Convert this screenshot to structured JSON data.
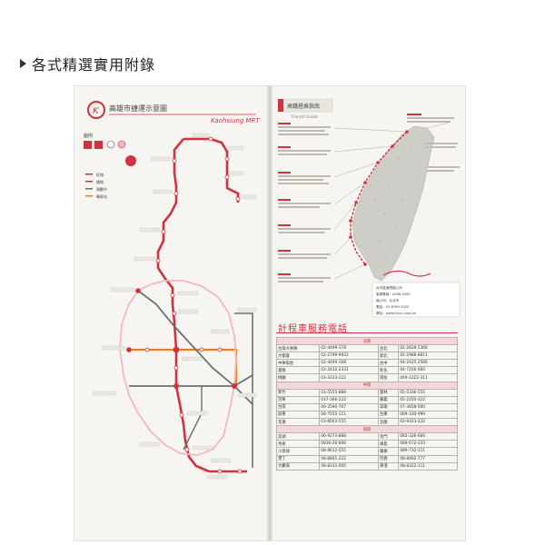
{
  "heading": {
    "marker": "triangle-right",
    "title": "各式精選實用附錄"
  },
  "mrt_map": {
    "title_zh": "高雄市捷運示意圖",
    "title_en": "Kaohsiung MRT",
    "legend_title": "圖例",
    "legend_items": [
      "紅線",
      "橘線",
      "規劃中",
      "轉乘站"
    ],
    "line_colors": {
      "red": "#d2313e",
      "orange": "#e8801f",
      "planned": "#6f6f6f",
      "light": "#f2b8bd"
    }
  },
  "transit_guide": {
    "title": "高鐵搭乘指南",
    "subtitle": "Transit Guide",
    "info_box": [
      "台灣高速鐵路公司",
      "客服專線：4066-3000",
      "總公司：台北市",
      "電話：02-8789-2000",
      "網址：www.thsrc.com.tw"
    ]
  },
  "taxi_table": {
    "title": "計程車服務電話",
    "sections": [
      "北部",
      "中部",
      "南部"
    ],
    "rows": [
      [
        "台灣大車隊",
        "02-4499-178",
        "台北",
        "02-2828-5366"
      ],
      [
        "大都會",
        "02-2799-9922",
        "新北",
        "02-2988-8811"
      ],
      [
        "中華衛星",
        "02-4499-168",
        "台中",
        "04-2425-2566"
      ],
      [
        "基隆",
        "02-2433-2331",
        "彰化",
        "04-7256-000"
      ],
      [
        "桃園",
        "03-3333-222",
        "南投",
        "049-2222-311"
      ],
      [
        "新竹",
        "03-5555-888",
        "雲林",
        "05-5336-555"
      ],
      [
        "苗栗",
        "037-366-222",
        "嘉義",
        "05-2250-322"
      ],
      [
        "台南",
        "06-2590-707",
        "高雄",
        "07-3858-000"
      ],
      [
        "屏東",
        "08-7555-111",
        "台東",
        "089-330-999"
      ],
      [
        "花蓮",
        "03-8563-555",
        "宜蘭",
        "03-9323-222"
      ],
      [
        "澎湖",
        "06-9273-888",
        "金門",
        "082-326-666"
      ],
      [
        "馬祖",
        "0836-26-666",
        "綠島",
        "089-672-333"
      ],
      [
        "小琉球",
        "08-8612-555",
        "蘭嶼",
        "089-732-111"
      ],
      [
        "墾丁",
        "08-8861-222",
        "恆春",
        "08-8892-777"
      ],
      [
        "大鵬灣",
        "08-8331-000",
        "東港",
        "08-8322-111"
      ]
    ]
  }
}
